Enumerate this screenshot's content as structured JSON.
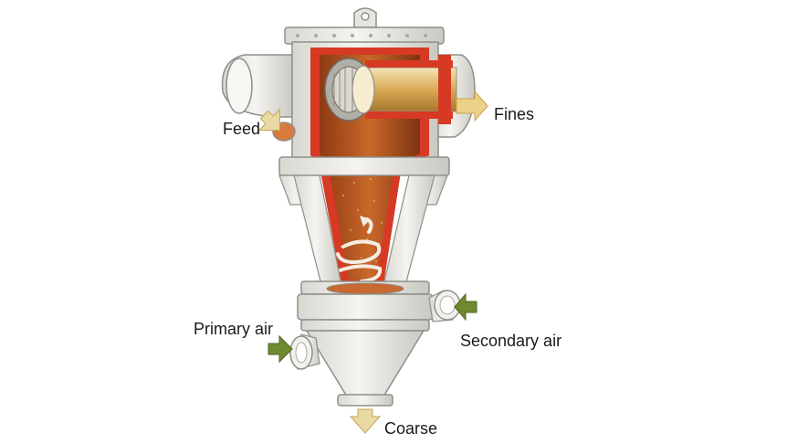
{
  "labels": {
    "feed": "Feed",
    "fines": "Fines",
    "primary_air": "Primary air",
    "secondary_air": "Secondary air",
    "coarse": "Coarse"
  },
  "colors": {
    "casing": "#ecebe6",
    "casing_edge": "#9a9a95",
    "refractory": "#d63a24",
    "interior": "#b85a22",
    "fines_tube": "#e3c07a",
    "arrow_in": "#e9d9a2",
    "arrow_air": "#6f8a2e"
  }
}
